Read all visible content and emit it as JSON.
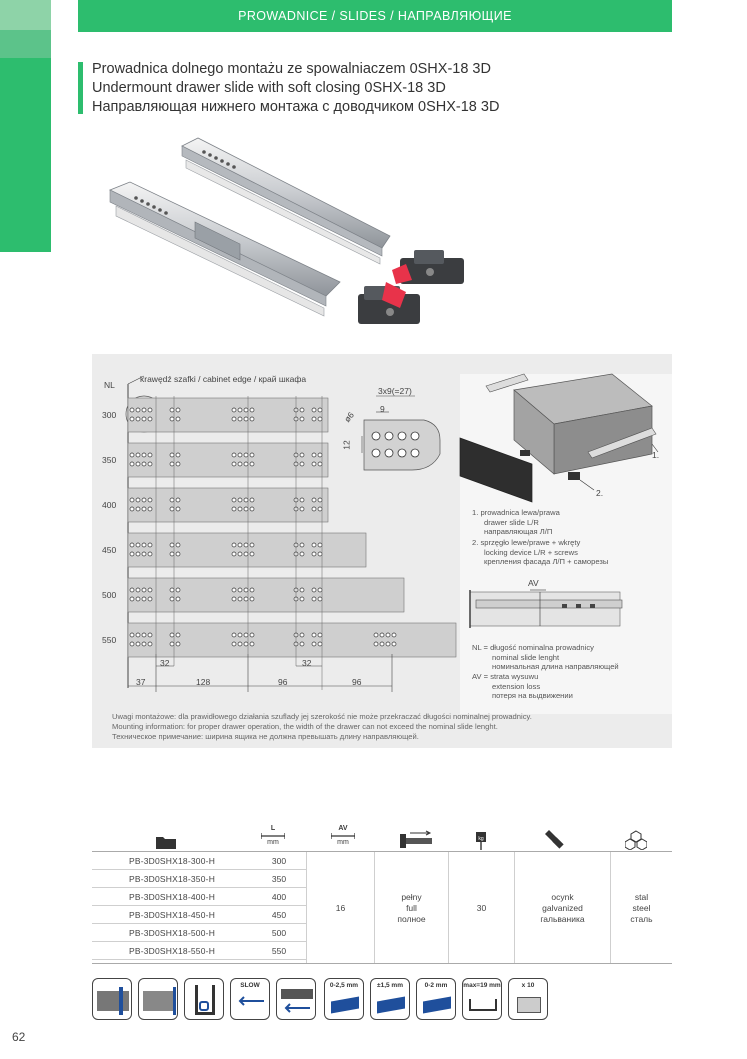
{
  "header": {
    "category": "PROWADNICE / SLIDES / НАПРАВЛЯЮЩИЕ"
  },
  "titles": {
    "pl": "Prowadnica dolnego montażu ze spowalniaczem 0SHX-18 3D",
    "en": "Undermount drawer slide with soft closing 0SHX-18 3D",
    "ru": "Направляющая нижнего монтажа с доводчиком 0SHX-18 3D"
  },
  "drawing": {
    "nl_label": "NL",
    "edge_label": "krawędź szafki / cabinet edge / край шкафа",
    "lengths": [
      "300",
      "350",
      "400",
      "450",
      "500",
      "550"
    ],
    "hole_pattern": "3x9(=27)",
    "dim_9": "9",
    "dim_12": "12",
    "dim_6": "ø6",
    "dims_32": "32",
    "dims_bottom": [
      "37",
      "128",
      "96",
      "96"
    ],
    "item_1": "1.",
    "item_2": "2.",
    "legend_1": [
      "1.  prowadnica lewa/prawa",
      "drawer slide L/R",
      "направляющая Л/П"
    ],
    "legend_2": [
      "2.  sprzęgło lewe/prawe + wkręty",
      "locking device L/R + screws",
      "крепления фасада Л/П + саморезы"
    ],
    "av_label": "AV",
    "nl_def": [
      "NL = długość nominalna prowadnicy",
      "nominal slide lenght",
      "номинальная длина направляющей"
    ],
    "av_def": [
      "AV = strata wysuwu",
      "extension loss",
      "потеря на выдвижении"
    ],
    "notes": [
      "Uwagi montażowe: dla prawidłowego działania szuflady jej szerokość nie może przekraczać długości nominalnej prowadnicy.",
      "Mounting information: for proper drawer operation, the width of the drawer can not exceed the nominal slide lenght.",
      "Техническое примечание: ширина ящика не должна превышать длину направляющей."
    ]
  },
  "spec_table": {
    "icon_units": {
      "l_head": "L",
      "l_unit": "mm",
      "av_head": "AV",
      "av_unit": "mm",
      "kg": "kg"
    },
    "rows": [
      {
        "code": "PB-3D0SHX18-300-H",
        "l": "300"
      },
      {
        "code": "PB-3D0SHX18-350-H",
        "l": "350"
      },
      {
        "code": "PB-3D0SHX18-400-H",
        "l": "400"
      },
      {
        "code": "PB-3D0SHX18-450-H",
        "l": "450"
      },
      {
        "code": "PB-3D0SHX18-500-H",
        "l": "500"
      },
      {
        "code": "PB-3D0SHX18-550-H",
        "l": "550"
      }
    ],
    "av": "16",
    "extension": [
      "pełny",
      "full",
      "полное"
    ],
    "load": "30",
    "finish": [
      "ocynk",
      "galvanized",
      "гальваника"
    ],
    "material": [
      "stal",
      "steel",
      "сталь"
    ]
  },
  "badges": [
    "SLOW",
    "0-2,5 mm",
    "±1,5 mm",
    "0-2 mm",
    "max=19 mm",
    "x 10"
  ],
  "page_number": "62",
  "colors": {
    "brand_green": "#2dbd6e",
    "panel_grey": "#ececec",
    "accent_blue": "#1f4f9c",
    "clip_red": "#e8334a"
  }
}
